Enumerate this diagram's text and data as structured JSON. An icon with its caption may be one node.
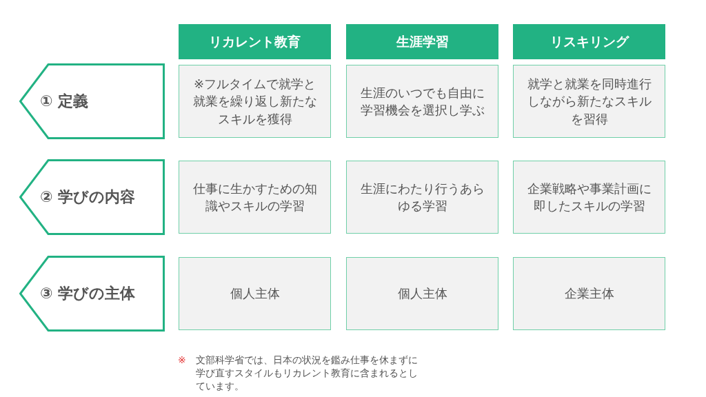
{
  "diagram": {
    "nodes": [
      {
        "text": [
          "リカレント教育"
        ]
      },
      {
        "text": [
          "生涯学習"
        ]
      },
      {
        "text": [
          "リスキリング"
        ]
      },
      {
        "text": [
          "① 定義"
        ]
      },
      {
        "text": [
          "※フルタイムで就学と就業を繰り返し新たなスキルを獲得"
        ]
      },
      {
        "text": [
          "生涯のいつでも自由に学習機会を選択し学ぶ"
        ]
      },
      {
        "text": [
          "就学と就業を同時進行しながら新たなスキルを習得"
        ]
      },
      {
        "text": [
          "② 学びの内容"
        ]
      },
      {
        "text": [
          "仕事に生かすための知識やスキルの学習"
        ]
      },
      {
        "text": [
          "生涯にわたり行うあらゆる学習"
        ]
      },
      {
        "text": [
          "企業戦略や事業計画に即したスキルの学習"
        ]
      },
      {
        "text": [
          "③ 学びの主体"
        ]
      },
      {
        "text": [
          "個人主体"
        ]
      },
      {
        "text": [
          "個人主体"
        ]
      },
      {
        "text": [
          "企業主体"
        ]
      }
    ],
    "labels": [
      "※",
      "文部科学省では、日本の状況を鑑み仕事を休まずに学び直すスタイルもリカレント教育に含まれるとしています。"
    ]
  }
}
